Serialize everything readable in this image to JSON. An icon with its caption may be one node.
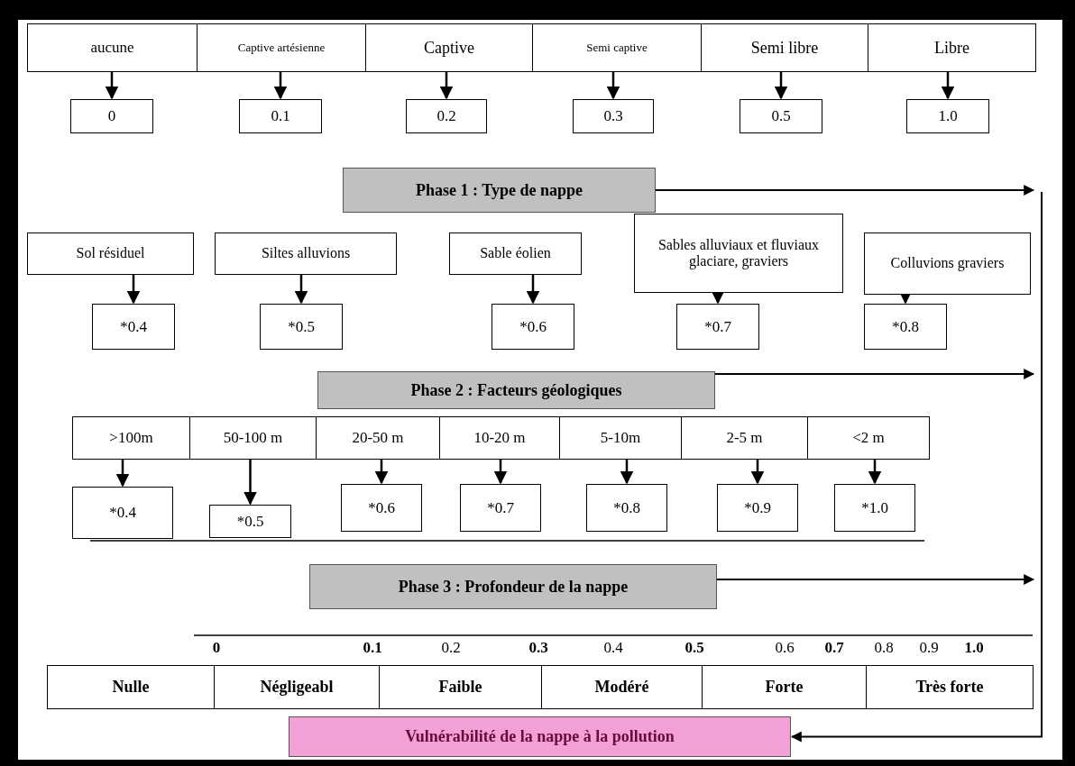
{
  "diagram": {
    "nodes": [
      {
        "text": [
          "aucune"
        ]
      },
      {
        "text": [
          "Captive artésienne"
        ]
      },
      {
        "text": [
          "Captive"
        ]
      },
      {
        "text": [
          "Semi captive"
        ]
      },
      {
        "text": [
          "Semi libre"
        ]
      },
      {
        "text": [
          "Libre"
        ]
      },
      {
        "text": [
          "0"
        ]
      },
      {
        "text": [
          "0.1"
        ]
      },
      {
        "text": [
          "0.2"
        ]
      },
      {
        "text": [
          "0.3"
        ]
      },
      {
        "text": [
          "0.5"
        ]
      },
      {
        "text": [
          "1.0"
        ]
      },
      {
        "text": [
          "Phase 1 : Type de nappe"
        ]
      },
      {
        "text": [
          "Sol résiduel"
        ]
      },
      {
        "text": [
          "Siltes alluvions"
        ]
      },
      {
        "text": [
          "Sable éolien"
        ]
      },
      {
        "text": [
          "Sables alluviaux et fluviaux glaciare, graviers"
        ]
      },
      {
        "text": [
          "Colluvions graviers"
        ]
      },
      {
        "text": [
          "*0.4"
        ]
      },
      {
        "text": [
          "*0.5"
        ]
      },
      {
        "text": [
          "*0.6"
        ]
      },
      {
        "text": [
          "*0.7"
        ]
      },
      {
        "text": [
          "*0.8"
        ]
      },
      {
        "text": [
          "Phase 2 : Facteurs géologiques"
        ]
      },
      {
        "text": [
          ">100m"
        ]
      },
      {
        "text": [
          "50-100 m"
        ]
      },
      {
        "text": [
          "20-50 m"
        ]
      },
      {
        "text": [
          "10-20 m"
        ]
      },
      {
        "text": [
          "5-10m"
        ]
      },
      {
        "text": [
          "2-5 m"
        ]
      },
      {
        "text": [
          "<2 m"
        ]
      },
      {
        "text": [
          "*0.4"
        ]
      },
      {
        "text": [
          "*0.5"
        ]
      },
      {
        "text": [
          "*0.6"
        ]
      },
      {
        "text": [
          "*0.7"
        ]
      },
      {
        "text": [
          "*0.8"
        ]
      },
      {
        "text": [
          "*0.9"
        ]
      },
      {
        "text": [
          "*1.0"
        ]
      },
      {
        "text": [
          "Phase 3 : Profondeur de la nappe"
        ]
      },
      {
        "text": [
          "Nulle"
        ]
      },
      {
        "text": [
          "Négligeabl"
        ]
      },
      {
        "text": [
          "Faible"
        ]
      },
      {
        "text": [
          "Modéré"
        ]
      },
      {
        "text": [
          "Forte"
        ]
      },
      {
        "text": [
          "Très forte"
        ]
      },
      {
        "text": [
          "Vulnérabilité de la nappe à la pollution"
        ]
      }
    ],
    "edges": [
      {
        "from": 0,
        "to": 6,
        "arrow": "to"
      },
      {
        "from": 1,
        "to": 7,
        "arrow": "to"
      },
      {
        "from": 2,
        "to": 8,
        "arrow": "to"
      },
      {
        "from": 3,
        "to": 9,
        "arrow": "to"
      },
      {
        "from": 4,
        "to": 10,
        "arrow": "to"
      },
      {
        "from": 5,
        "to": 11,
        "arrow": "to"
      },
      {
        "from": 13,
        "to": 18,
        "arrow": "to"
      },
      {
        "from": 14,
        "to": 19,
        "arrow": "to"
      },
      {
        "from": 15,
        "to": 20,
        "arrow": "to"
      },
      {
        "from": 16,
        "to": 21,
        "arrow": "to"
      },
      {
        "from": 17,
        "to": 22,
        "arrow": "to"
      },
      {
        "from": 24,
        "to": 31,
        "arrow": "to"
      },
      {
        "from": 25,
        "to": 32,
        "arrow": "to"
      },
      {
        "from": 26,
        "to": 33,
        "arrow": "to"
      },
      {
        "from": 27,
        "to": 34,
        "arrow": "to"
      },
      {
        "from": 28,
        "to": 35,
        "arrow": "to"
      },
      {
        "from": 29,
        "to": 36,
        "arrow": "to"
      },
      {
        "from": 30,
        "to": 37,
        "arrow": "to"
      },
      {
        "from": 12,
        "to": null,
        "arrow": "to"
      },
      {
        "from": 23,
        "to": null,
        "arrow": "to"
      },
      {
        "from": 38,
        "to": null,
        "arrow": "to"
      },
      {
        "from": null,
        "to": 45,
        "arrow": "to"
      }
    ],
    "labels": [
      "0",
      "0.1",
      "0.2",
      "0.3",
      "0.4",
      "0.5",
      "0.6",
      "0.7",
      "0.8",
      "0.9",
      "1.0"
    ]
  }
}
